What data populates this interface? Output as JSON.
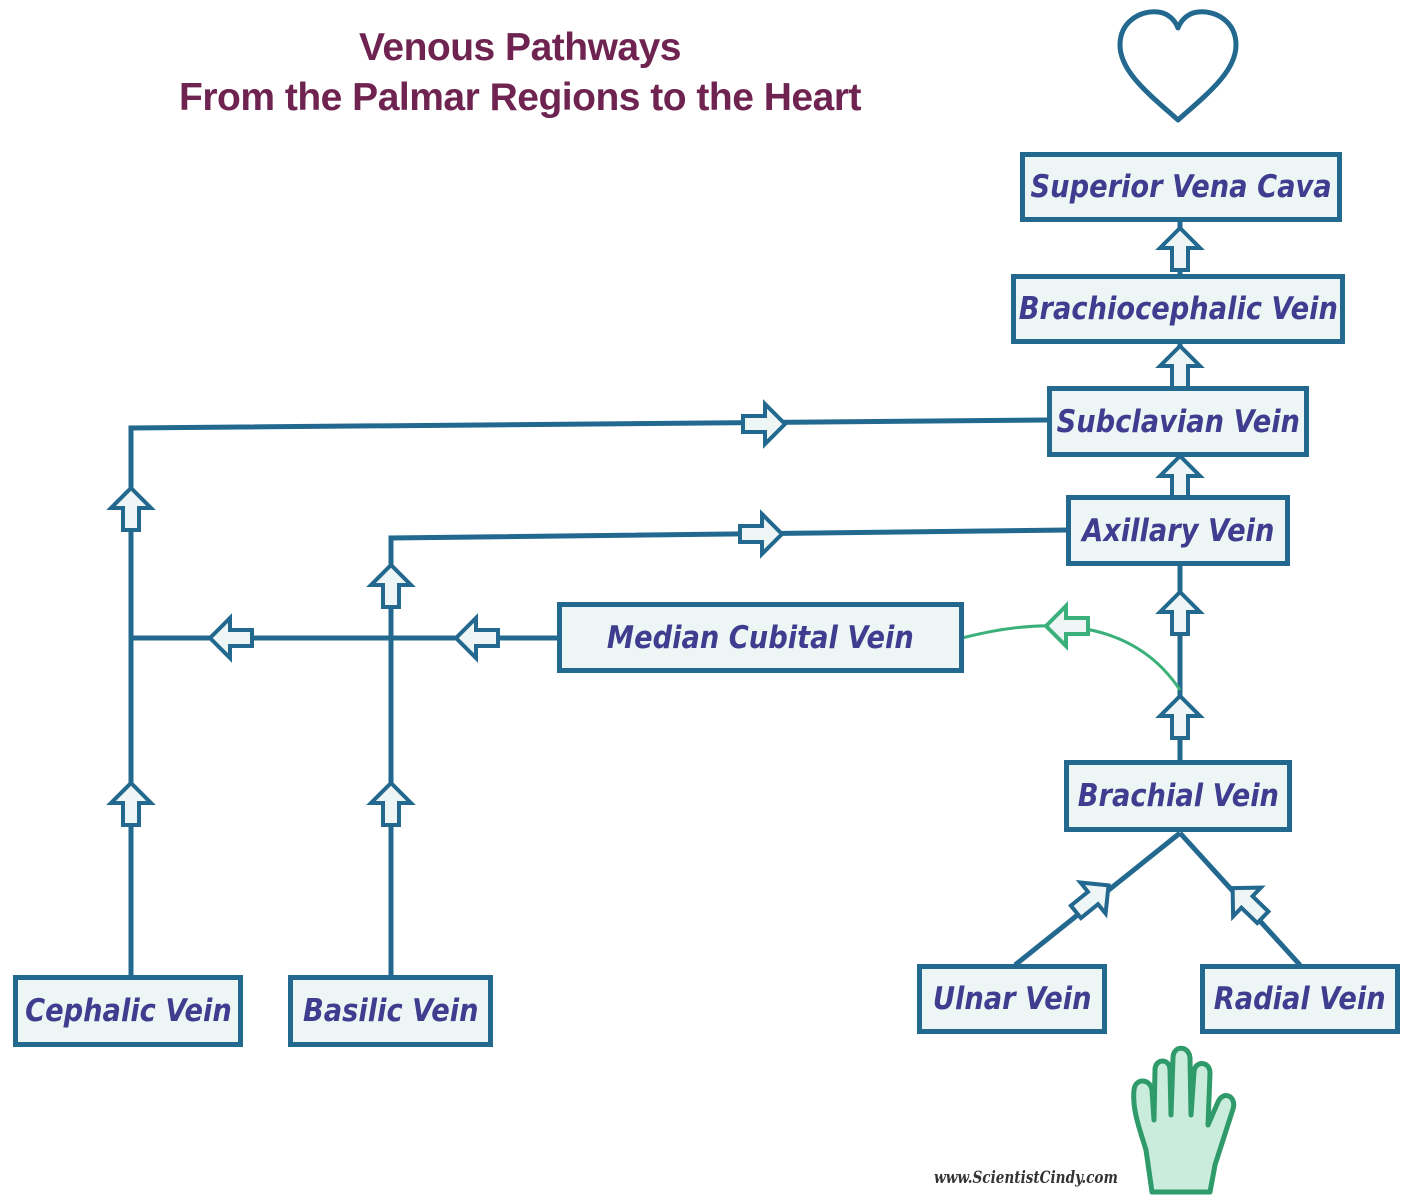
{
  "title": {
    "line1": "Venous Pathways",
    "line2": "From the Palmar Regions to the Heart"
  },
  "nodes": {
    "superior_vena_cava": "Superior Vena Cava",
    "brachiocephalic_vein": "Brachiocephalic Vein",
    "subclavian_vein": "Subclavian Vein",
    "axillary_vein": "Axillary Vein",
    "median_cubital_vein": "Median Cubital Vein",
    "brachial_vein": "Brachial Vein",
    "ulnar_vein": "Ulnar Vein",
    "radial_vein": "Radial Vein",
    "cephalic_vein": "Cephalic Vein",
    "basilic_vein": "Basilic Vein"
  },
  "watermark": "www.ScientistCindy.com",
  "icons": {
    "top": "heart-icon",
    "bottom": "hand-icon"
  },
  "colors": {
    "line": "#23688f",
    "box_fill": "#eef6f5",
    "box_text": "#3e3d8f",
    "title": "#6e2350",
    "curve": "#3bb07a",
    "hand_fill": "#c9ecdc",
    "hand_stroke": "#2f9a6a"
  }
}
